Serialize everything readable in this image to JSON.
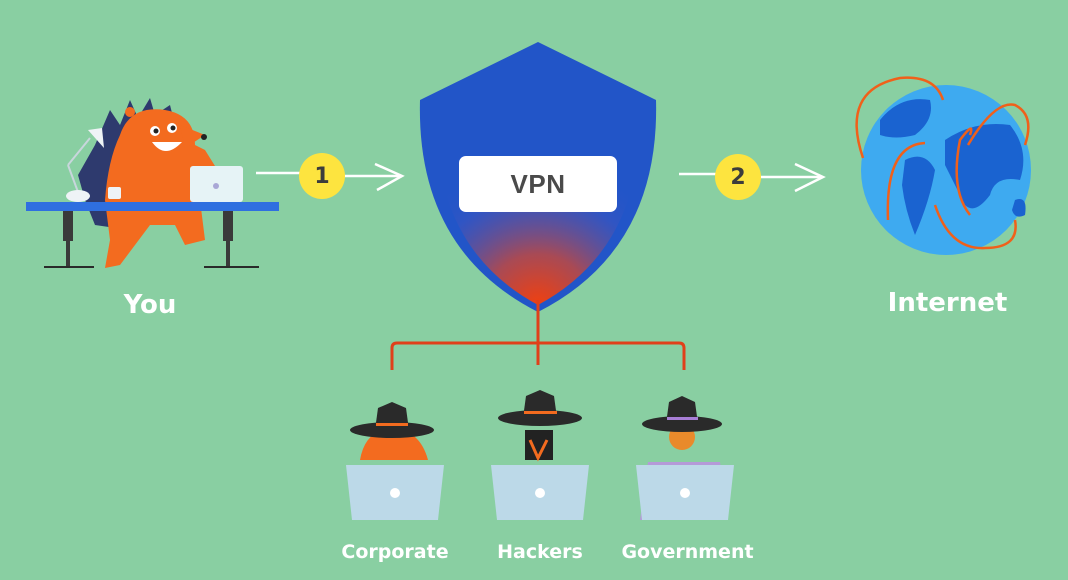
{
  "diagram": {
    "title": "How a VPN works",
    "nodes": {
      "you": {
        "label": "You"
      },
      "vpn": {
        "label": "VPN"
      },
      "internet": {
        "label": "Internet"
      }
    },
    "steps": [
      {
        "number": "1"
      },
      {
        "number": "2"
      }
    ],
    "observers": [
      {
        "label": "Corporate"
      },
      {
        "label": "Hackers"
      },
      {
        "label": "Government"
      }
    ],
    "colors": {
      "background": "#89cfa2",
      "shield": "#2255c8",
      "badge": "#fde43f",
      "connector": "#e0401a",
      "globe_ocean": "#3eaaf0",
      "globe_land": "#1a63d0",
      "arcs": "#f0601a"
    }
  }
}
